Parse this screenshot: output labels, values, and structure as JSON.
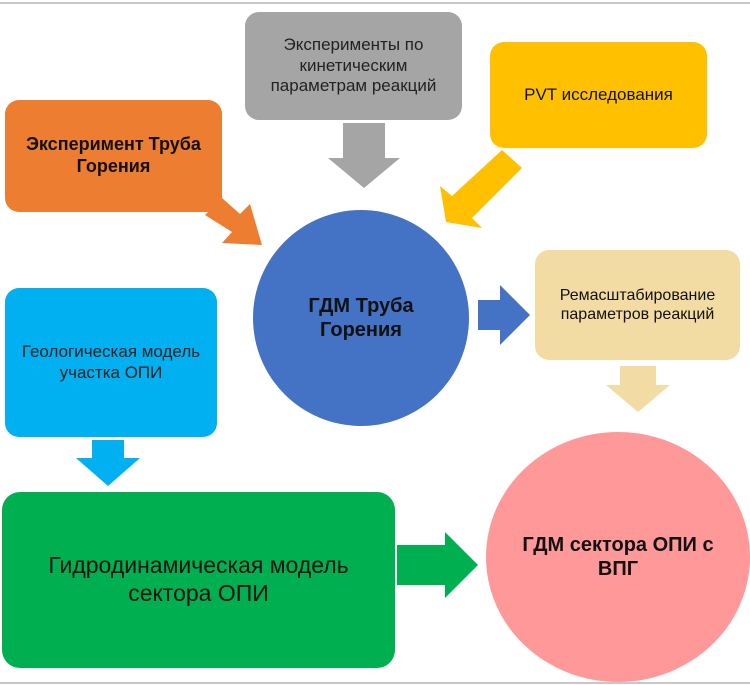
{
  "nodes": {
    "kinetic": {
      "label": "Эксперименты по кинетическим параметрам реакций",
      "color": "#a5a5a5"
    },
    "pvt": {
      "label": "PVT исследования",
      "color": "#ffc000"
    },
    "tube_experiment": {
      "label": "Эксперимент Труба Горения",
      "color": "#ed7d31"
    },
    "gdm_tube": {
      "label": "ГДМ Труба Горения",
      "color": "#4472c4"
    },
    "rescaling": {
      "label": "Ремасштабирование параметров реакций",
      "color": "#f2dca4"
    },
    "geo_model": {
      "label": "Геологическая модель участка ОПИ",
      "color": "#00b0f0"
    },
    "hydro_model": {
      "label": "Гидродинамическая модель сектора ОПИ",
      "color": "#00b050"
    },
    "gdm_sector": {
      "label": "ГДМ сектора ОПИ с ВПГ",
      "color": "#ff9999"
    }
  }
}
